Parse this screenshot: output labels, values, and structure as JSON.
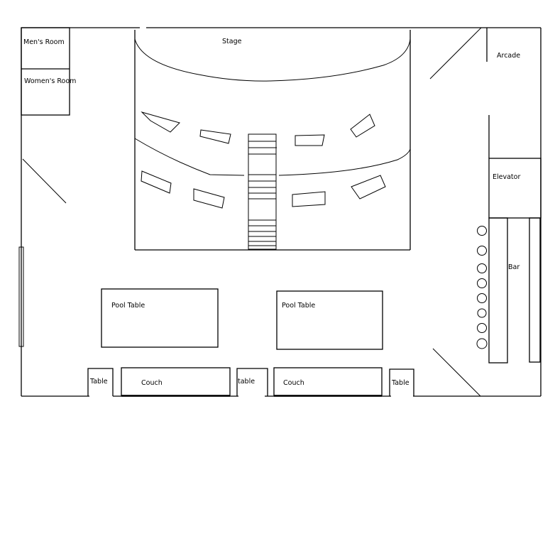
{
  "title": "Floor plan",
  "rooms": {
    "mens_room": "Men's Room",
    "womens_room": "Women's Room",
    "stage": "Stage",
    "arcade": "Arcade",
    "elevator": "Elevator",
    "bar": "Bar"
  },
  "furniture": {
    "pool_table_1": "Pool Table",
    "pool_table_2": "Pool Table",
    "table_1": "Table",
    "couch_1": "Couch",
    "table_2": "table",
    "couch_2": "Couch",
    "table_3": "Table"
  },
  "bar_stool_count": 8,
  "stage_seat_count": 8
}
